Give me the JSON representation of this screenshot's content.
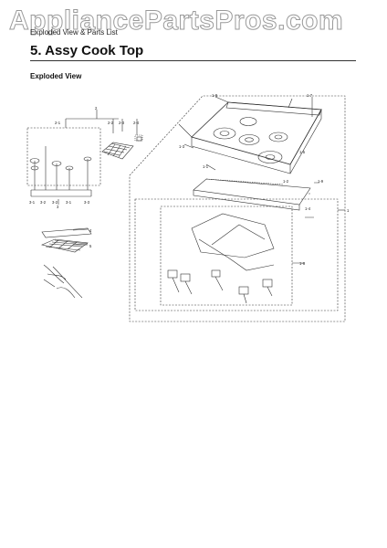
{
  "watermark": "AppliancePartsPros.com",
  "header": {
    "breadcrumb": "Exploded View & Parts List",
    "title": "5.  Assy Cook Top",
    "subtitle": "Exploded View"
  },
  "callouts": {
    "c1": "1",
    "c2": "2",
    "c2_1": "2-1",
    "c2_2": "2-2",
    "c2_3": "2-3",
    "c2_4": "2-4",
    "c3": "3",
    "c3_1a": "3-1",
    "c3_2a": "3-2",
    "c3_2b": "3-2",
    "c3_1b": "3-1",
    "c3_3": "3-3",
    "c4": "4",
    "c5": "5",
    "c1_1": "1-1",
    "c1_2": "1-2",
    "c1_3": "1-3",
    "c1_4": "1-4",
    "c1_5": "1-5",
    "c1_6": "1-6",
    "c1_7": "1-7",
    "c1_8": "1-8",
    "c1_9": "1-9"
  }
}
